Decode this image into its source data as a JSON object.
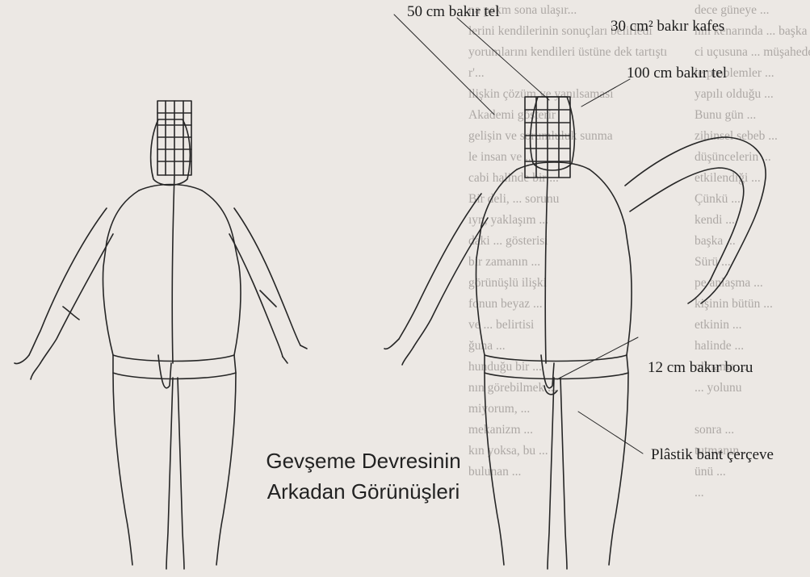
{
  "labels": {
    "wire_50": "50 cm bakır tel",
    "cage_30": "30 cm² bakır kafes",
    "wire_100": "100 cm bakır tel",
    "pipe_12": "12 cm bakır boru",
    "frame": "Plâstik bant çerçeve"
  },
  "caption": {
    "line1": "Gevşeme Devresinin",
    "line2": "Arkadan Görünüşleri"
  },
  "bleed_through": {
    "left_column": [
      "na pekm sona ulaşır...",
      "lerini kendilerinin sonuçları belirledi",
      "yorumlarını kendileri üstüne dek tartıştı",
      "r'...",
      "ilişkin çözüm ve yanılsaması",
      "Akademi gösterir",
      "gelişin ve sorumluluk sunma",
      "le insan ve ...",
      "cabi halinde bir ...",
      "Bir deli, ... sorunu",
      "ıyn, yaklaşım ...",
      "daki ... gösterisi",
      "bir zamanın ...",
      "görünüşlü ilişki",
      "fonun beyaz ...",
      "ve ... belirtisi",
      "ğuna ...",
      "hunduğu bir ...",
      "nın görebilmek ...",
      "miyorum, ...",
      "mekanizm ...",
      "kın yoksa, bu ...",
      "bulunan ..."
    ],
    "right_column": [
      "dece güneye ...",
      "nın kenarında ... başka yol ...",
      "ci uçusuna ... müşahede",
      "le problemler ...",
      "yapılı olduğu ...",
      "Bunu gün ...",
      "zihinsel sebeb ...",
      "düşüncelerin ...",
      "etkilendiği ...",
      "Çünkü ...",
      "kendi ...",
      "başka ...",
      "Sürü ...",
      "pe anlaşma ...",
      "kişinin bütün ...",
      "etkinin ...",
      "halinde ...",
      "olmama ...",
      "... yolunu",
      "",
      "sonra ...",
      "tutmanın ...",
      "ünü ...",
      "..."
    ]
  }
}
